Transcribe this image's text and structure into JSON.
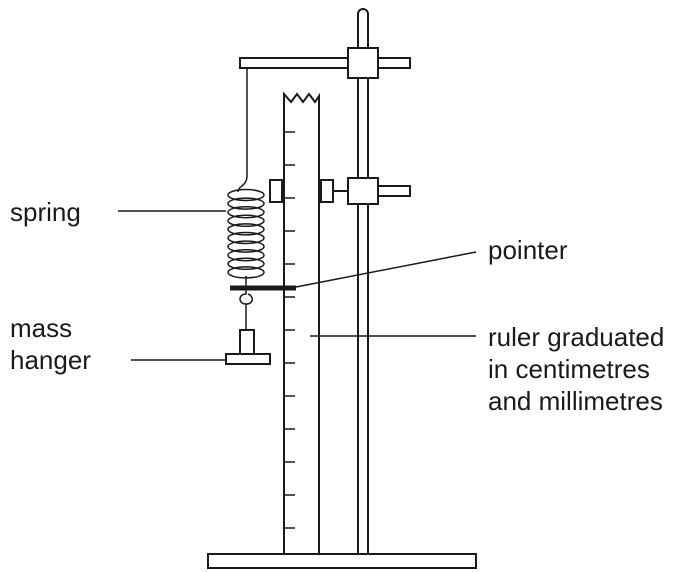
{
  "labels": {
    "spring": "spring",
    "pointer": "pointer",
    "mass_hanger_line1": "mass",
    "mass_hanger_line2": "hanger",
    "ruler_line1": "ruler graduated",
    "ruler_line2": "in centimetres",
    "ruler_line3": "and millimetres"
  },
  "colors": {
    "ink": "#1a1a1a",
    "background": "#ffffff"
  }
}
